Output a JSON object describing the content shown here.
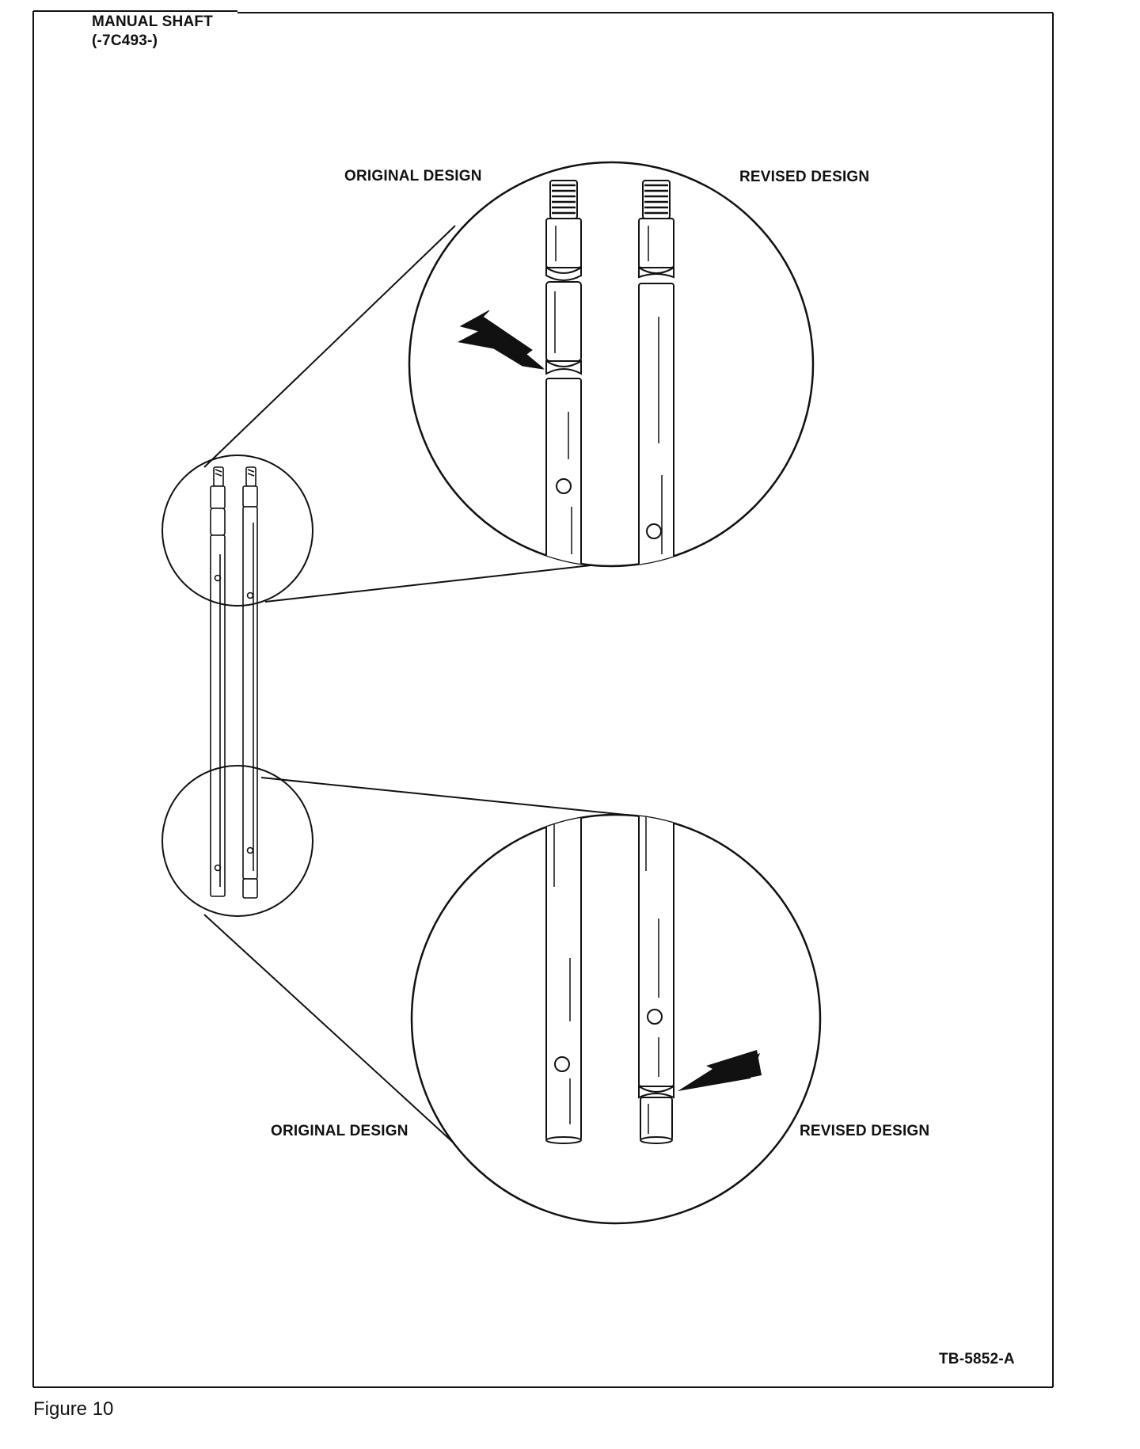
{
  "title": {
    "line1": "MANUAL SHAFT",
    "line2": "(-7C493-)"
  },
  "top_detail": {
    "left_label": "ORIGINAL DESIGN",
    "right_label": "REVISED DESIGN"
  },
  "bottom_detail": {
    "left_label": "ORIGINAL DESIGN",
    "right_label": "REVISED DESIGN"
  },
  "figure_id": "TB-5852-A",
  "caption": "Figure 10"
}
